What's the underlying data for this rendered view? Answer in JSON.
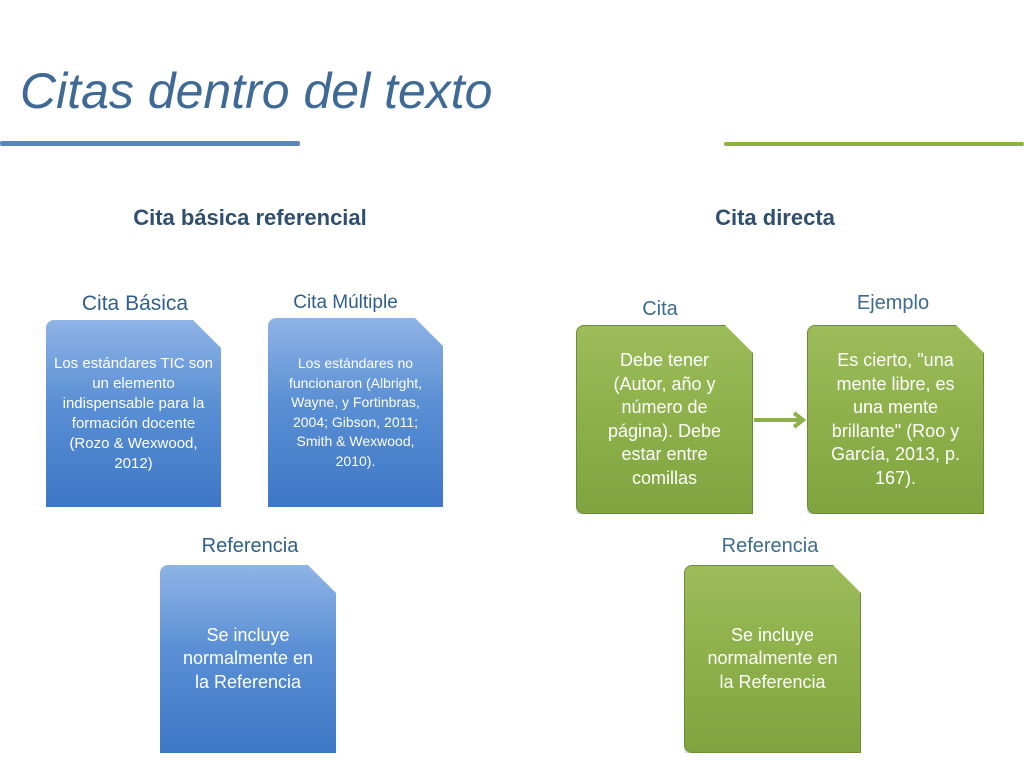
{
  "title": "Citas dentro del texto",
  "sections": {
    "left": "Cita básica referencial",
    "right": "Cita directa"
  },
  "left": {
    "basica": {
      "label": "Cita Básica",
      "text": "Los estándares TIC son un elemento indispensable para la formación docente (Rozo & Wexwood, 2012)"
    },
    "multiple": {
      "label": "Cita Múltiple",
      "text": "Los estándares no funcionaron (Albright, Wayne, y Fortinbras, 2004; Gibson, 2011; Smith & Wexwood, 2010)."
    },
    "referencia": {
      "label": "Referencia",
      "text": "Se incluye normalmente en la Referencia"
    }
  },
  "right": {
    "cita": {
      "label": "Cita",
      "text": "Debe tener (Autor, año y número de página). Debe estar entre comillas"
    },
    "ejemplo": {
      "label": "Ejemplo",
      "text": "Es cierto, \"una mente libre, es una mente brillante\" (Roo y García, 2013, p. 167)."
    },
    "referencia": {
      "label": "Referencia",
      "text": "Se incluye normalmente en la Referencia"
    }
  },
  "colors": {
    "title": "#3f6a96",
    "blue_card": "#4f86cc",
    "green_card": "#8db04a",
    "arrow": "#8db04a"
  }
}
